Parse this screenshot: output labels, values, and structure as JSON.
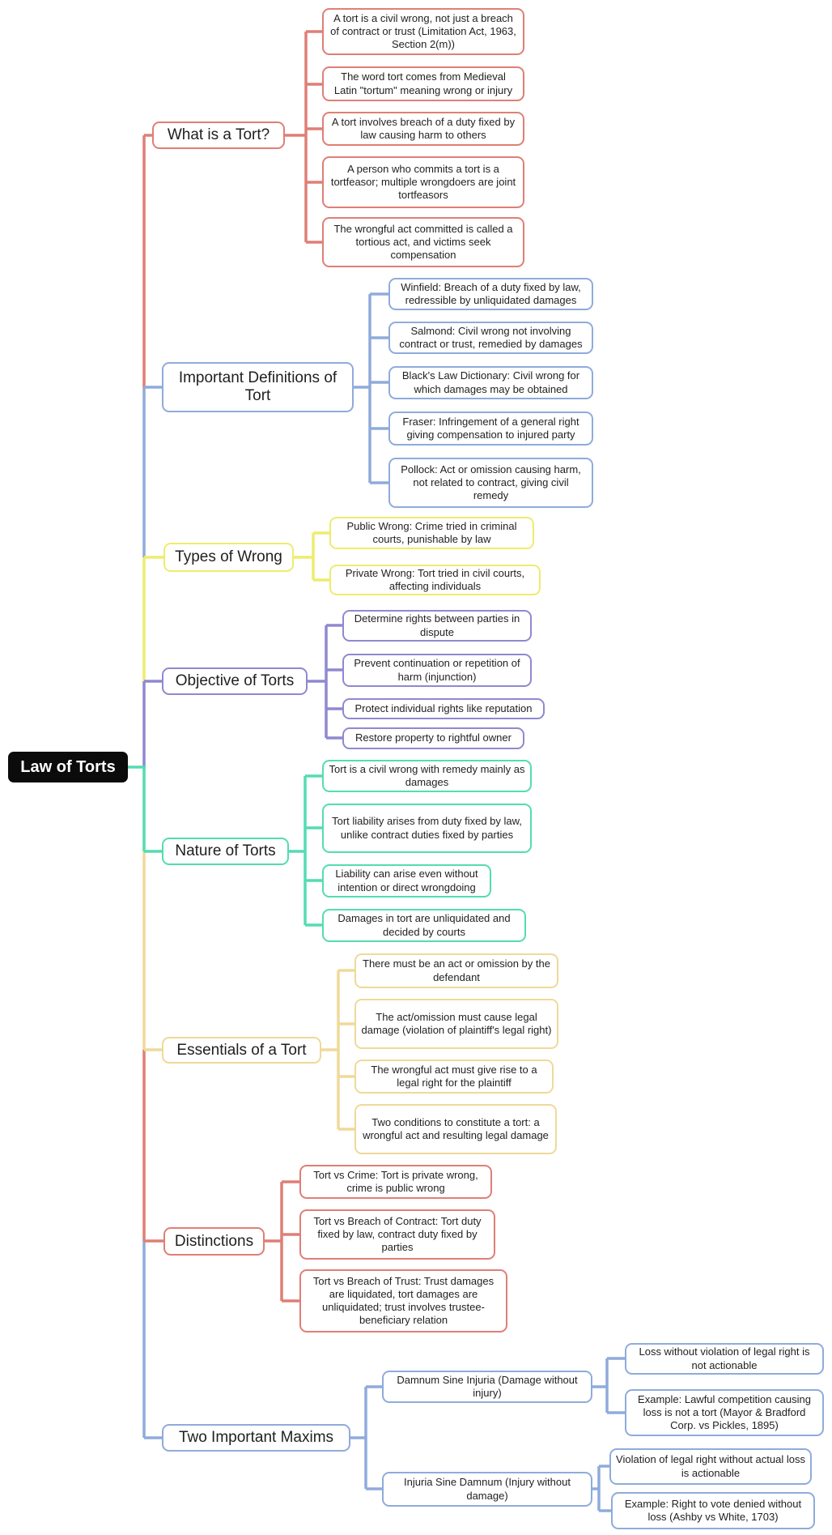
{
  "figure_type": "mindmap",
  "palette": {
    "salmon": "#df7f76",
    "blue": "#8fabdc",
    "yellow": "#eeec6e",
    "purple": "#8f89d0",
    "teal": "#53dcb2",
    "cream": "#f0d998",
    "root_background": "#0b0b0b",
    "root_text": "#ffffff"
  },
  "root": {
    "label": "Law of Torts"
  },
  "branches": [
    {
      "label": "What is a Tort?",
      "color": "#df7f76",
      "children": [
        {
          "label": "A tort is a civil wrong, not just a breach of contract or trust (Limitation Act, 1963, Section 2(m))"
        },
        {
          "label": "The word tort comes from Medieval Latin \"tortum\" meaning wrong or injury"
        },
        {
          "label": "A tort involves breach of a duty fixed by law causing harm to others"
        },
        {
          "label": "A person who commits a tort is a tortfeasor; multiple wrongdoers are joint tortfeasors"
        },
        {
          "label": "The wrongful act committed is called a tortious act, and victims seek compensation"
        }
      ]
    },
    {
      "label": "Important Definitions of Tort",
      "color": "#8fabdc",
      "children": [
        {
          "label": "Winfield: Breach of a duty fixed by law, redressible by unliquidated damages"
        },
        {
          "label": "Salmond: Civil wrong not involving contract or trust, remedied by damages"
        },
        {
          "label": "Black's Law Dictionary: Civil wrong for which damages may be obtained"
        },
        {
          "label": "Fraser: Infringement of a general right giving compensation to injured party"
        },
        {
          "label": "Pollock: Act or omission causing harm, not related to contract, giving civil remedy"
        }
      ]
    },
    {
      "label": "Types of Wrong",
      "color": "#eeec6e",
      "children": [
        {
          "label": "Public Wrong: Crime tried in criminal courts, punishable by law"
        },
        {
          "label": "Private Wrong: Tort tried in civil courts, affecting individuals"
        }
      ]
    },
    {
      "label": "Objective of Torts",
      "color": "#8f89d0",
      "children": [
        {
          "label": "Determine rights between parties in dispute"
        },
        {
          "label": "Prevent continuation or repetition of harm (injunction)"
        },
        {
          "label": "Protect individual rights like reputation"
        },
        {
          "label": "Restore property to rightful owner"
        }
      ]
    },
    {
      "label": "Nature of Torts",
      "color": "#53dcb2",
      "children": [
        {
          "label": "Tort is a civil wrong with remedy mainly as damages"
        },
        {
          "label": "Tort liability arises from duty fixed by law, unlike contract duties fixed by parties"
        },
        {
          "label": "Liability can arise even without intention or direct wrongdoing"
        },
        {
          "label": "Damages in tort are unliquidated and decided by courts"
        }
      ]
    },
    {
      "label": "Essentials of a Tort",
      "color": "#f0d998",
      "children": [
        {
          "label": "There must be an act or omission by the defendant"
        },
        {
          "label": "The act/omission must cause legal damage (violation of plaintiff's legal right)"
        },
        {
          "label": "The wrongful act must give rise to a legal right for the plaintiff"
        },
        {
          "label": "Two conditions to constitute a tort: a wrongful act and resulting legal damage"
        }
      ]
    },
    {
      "label": "Distinctions",
      "color": "#df7f76",
      "children": [
        {
          "label": "Tort vs Crime: Tort is private wrong, crime is public wrong"
        },
        {
          "label": "Tort vs Breach of Contract: Tort duty fixed by law, contract duty fixed by parties"
        },
        {
          "label": "Tort vs Breach of Trust: Trust damages are liquidated, tort damages are unliquidated; trust involves trustee-beneficiary relation"
        }
      ]
    },
    {
      "label": "Two Important Maxims",
      "color": "#8fabdc",
      "children": [
        {
          "label": "Damnum Sine Injuria (Damage without injury)",
          "children": [
            {
              "label": "Loss without violation of legal right is not actionable"
            },
            {
              "label": "Example: Lawful competition causing loss is not a tort (Mayor & Bradford Corp. vs Pickles, 1895)"
            }
          ]
        },
        {
          "label": "Injuria Sine Damnum (Injury without damage)",
          "children": [
            {
              "label": "Violation of legal right without actual loss is actionable"
            },
            {
              "label": "Example: Right to vote denied without loss (Ashby vs White, 1703)"
            }
          ]
        }
      ]
    }
  ]
}
